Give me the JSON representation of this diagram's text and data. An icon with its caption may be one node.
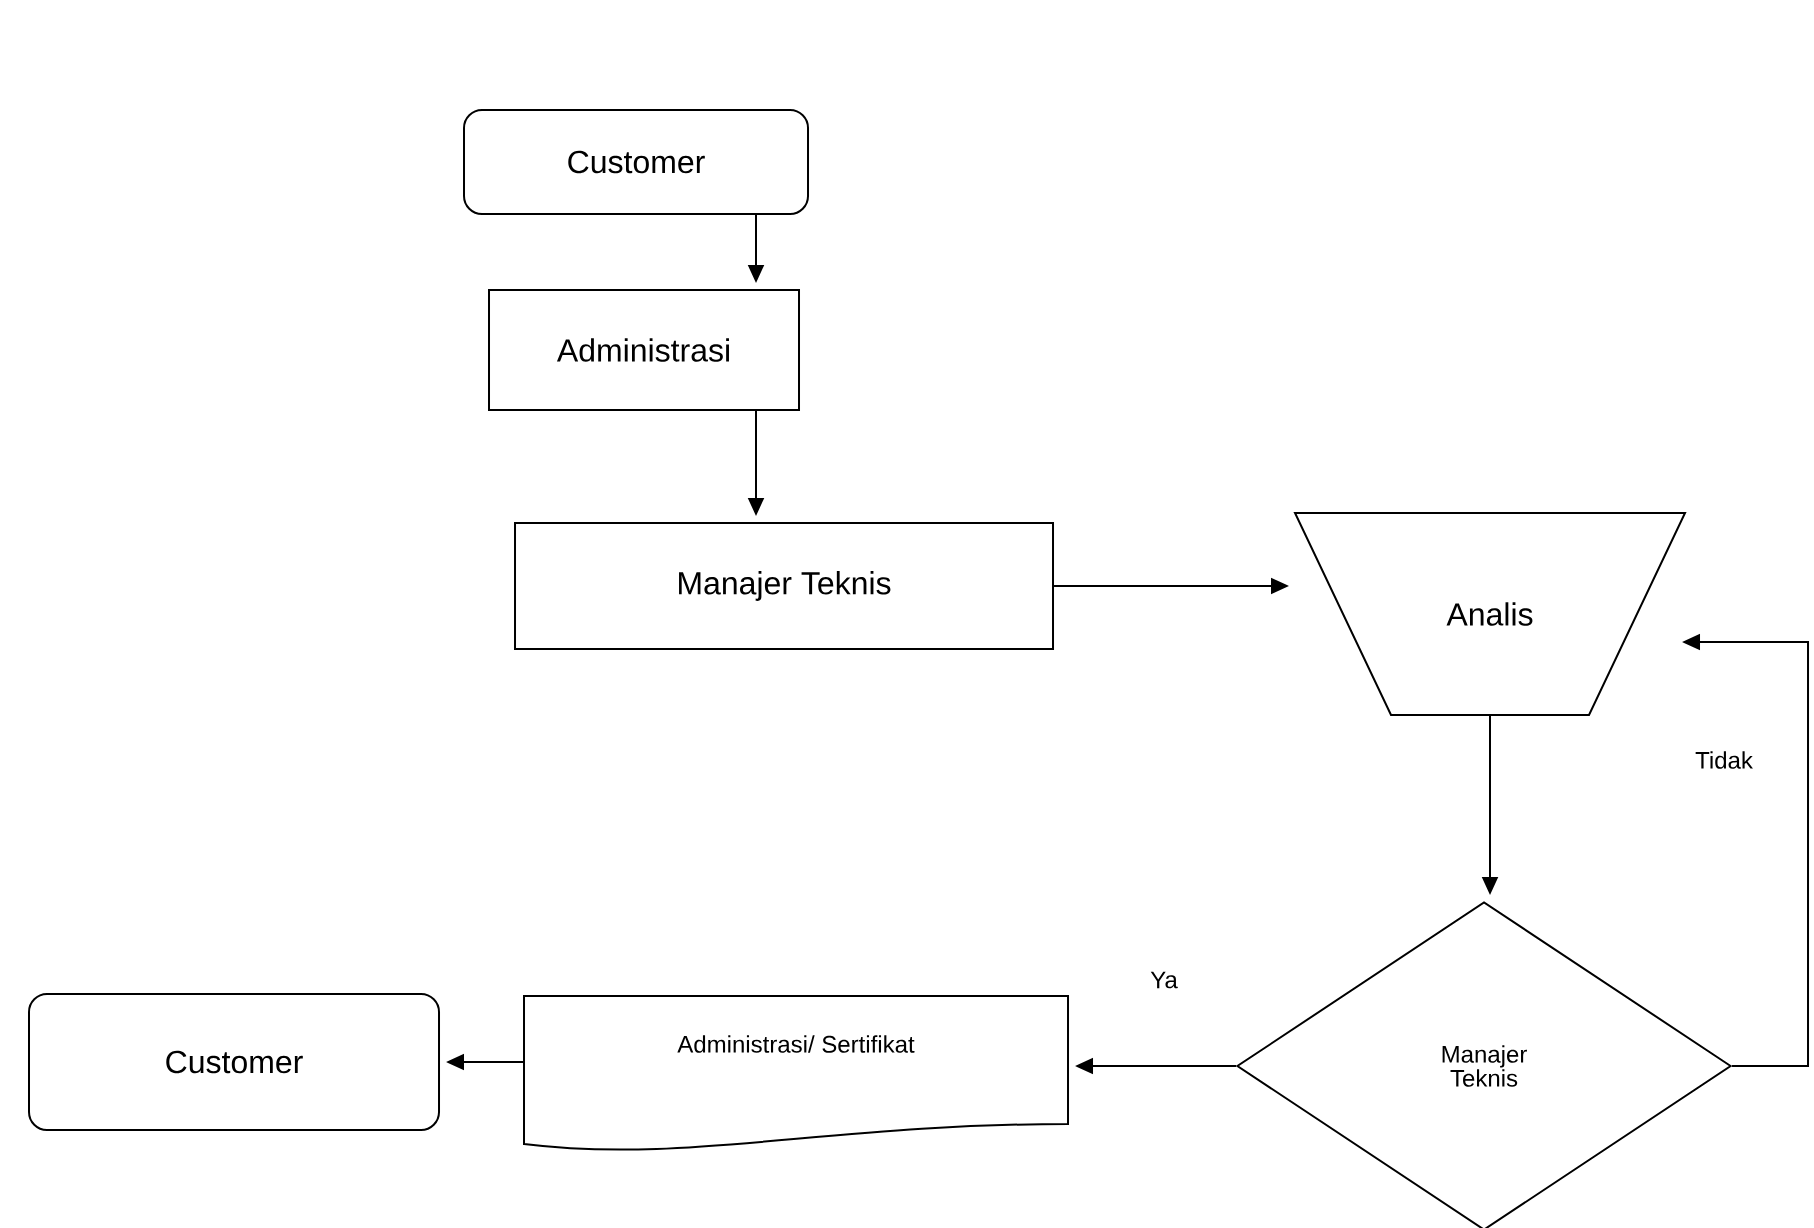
{
  "diagram": {
    "nodes": [
      {
        "text": [
          "Customer"
        ]
      },
      {
        "text": [
          "Administrasi"
        ]
      },
      {
        "text": [
          "Manajer Teknis"
        ]
      },
      {
        "text": [
          "Analis"
        ]
      },
      {
        "text": [
          "Manajer Teknis"
        ]
      },
      {
        "text": [
          "Administrasi/ Sertifikat"
        ]
      },
      {
        "text": [
          "Customer"
        ]
      }
    ],
    "edges": [
      {
        "from": 0,
        "to": 1,
        "arrow": "to"
      },
      {
        "from": 1,
        "to": 2,
        "arrow": "to"
      },
      {
        "from": 2,
        "to": 3,
        "arrow": "to"
      },
      {
        "from": 3,
        "to": 4,
        "arrow": "to"
      },
      {
        "from": 4,
        "to": 5,
        "arrow": "to",
        "label": "Ya"
      },
      {
        "from": 5,
        "to": 6,
        "arrow": "to"
      },
      {
        "from": 4,
        "to": 3,
        "arrow": "to",
        "label": "Tidak"
      }
    ]
  }
}
